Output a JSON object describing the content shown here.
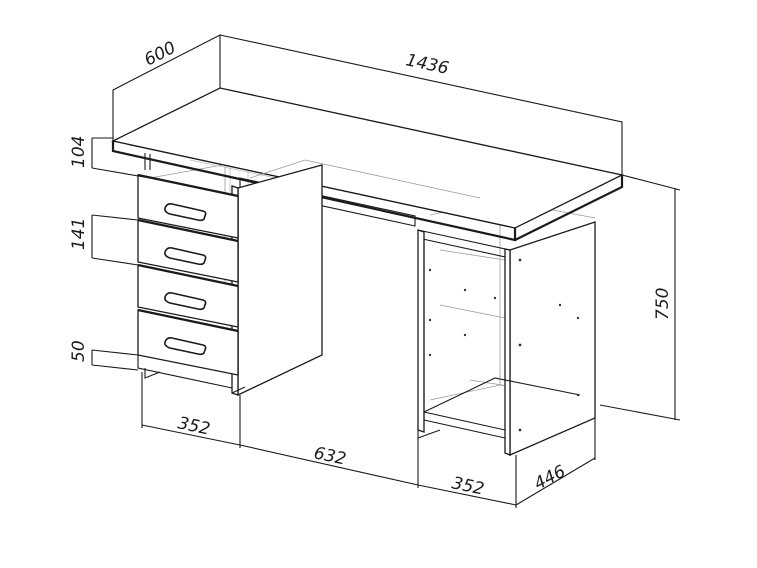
{
  "dimensions": {
    "depth_top": "600",
    "width_total": "1436",
    "height_total": "750",
    "top_thickness": "104",
    "drawer_height": "141",
    "plinth_height": "50",
    "left_pedestal_width": "352",
    "knee_space_width": "632",
    "right_pedestal_width": "352",
    "pedestal_depth": "446"
  }
}
